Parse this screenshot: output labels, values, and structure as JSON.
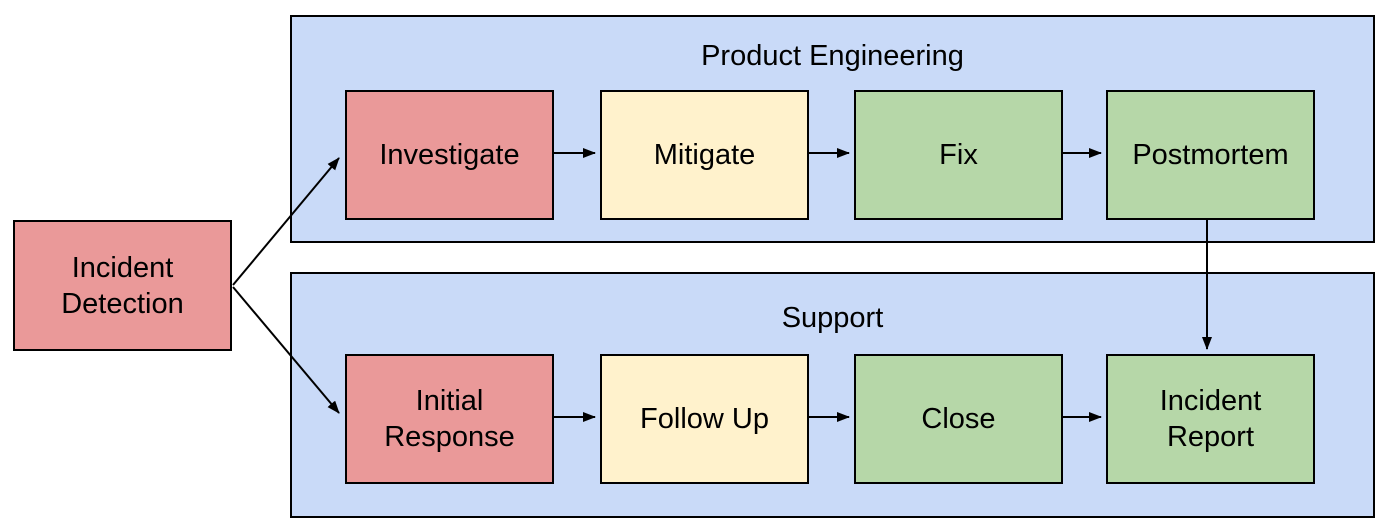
{
  "palette": {
    "canvas_bg": "#ffffff",
    "lane_fill": "#c9daf8",
    "lane_border": "#000000",
    "node_border": "#000000",
    "arrow_color": "#000000",
    "status_red": "#ea9999",
    "status_yellow": "#fff2cc",
    "status_green": "#b6d7a8"
  },
  "start_node": {
    "label": "Incident Detection",
    "color": "#ea9999"
  },
  "lanes": [
    {
      "title": "Product Engineering",
      "steps": [
        {
          "label": "Investigate",
          "color": "#ea9999"
        },
        {
          "label": "Mitigate",
          "color": "#fff2cc"
        },
        {
          "label": "Fix",
          "color": "#b6d7a8"
        },
        {
          "label": "Postmortem",
          "color": "#b6d7a8"
        }
      ]
    },
    {
      "title": "Support",
      "steps": [
        {
          "label": "Initial Response",
          "color": "#ea9999"
        },
        {
          "label": "Follow Up",
          "color": "#fff2cc"
        },
        {
          "label": "Close",
          "color": "#b6d7a8"
        },
        {
          "label": "Incident Report",
          "color": "#b6d7a8"
        }
      ]
    }
  ],
  "edges": [
    {
      "from": "Incident Detection",
      "to": "Investigate"
    },
    {
      "from": "Incident Detection",
      "to": "Initial Response"
    },
    {
      "from": "Investigate",
      "to": "Mitigate"
    },
    {
      "from": "Mitigate",
      "to": "Fix"
    },
    {
      "from": "Fix",
      "to": "Postmortem"
    },
    {
      "from": "Postmortem",
      "to": "Incident Report"
    },
    {
      "from": "Initial Response",
      "to": "Follow Up"
    },
    {
      "from": "Follow Up",
      "to": "Close"
    },
    {
      "from": "Close",
      "to": "Incident Report"
    }
  ]
}
